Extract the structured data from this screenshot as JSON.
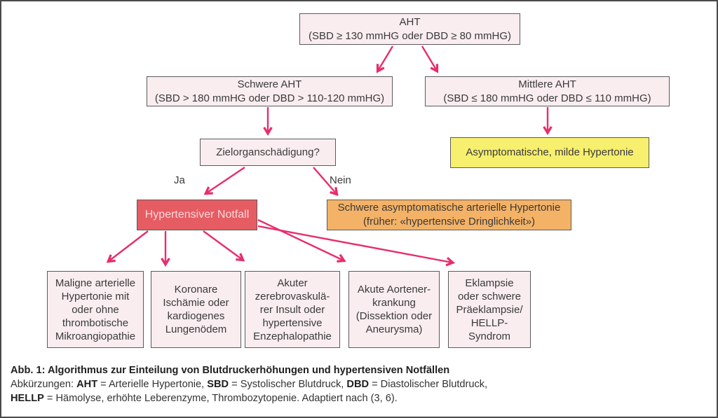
{
  "colors": {
    "arrow_pink": "#e72e6a",
    "node_bg": "#f9edf0",
    "node_border": "#5a5a5c",
    "yellow_bg": "#f7ef6e",
    "orange_bg": "#f4b266",
    "red_bg": "#e65c63",
    "red_text": "#fcd7da",
    "text": "#3a3a3a",
    "figure_border": "#4a4a4a"
  },
  "nodes": {
    "aht": {
      "title": "AHT",
      "criteria": "(SBD ≥ 130 mmHG oder DBD ≥ 80 mmHG)"
    },
    "schwere": {
      "title": "Schwere AHT",
      "criteria": "(SBD > 180 mmHG oder DBD > 110-120 mmHG)"
    },
    "mittlere": {
      "title": "Mittlere AHT",
      "criteria": "(SBD ≤ 180 mmHG oder DBD ≤ 110 mmHG)"
    },
    "zielorgan": {
      "title": "Zielorganschädigung?"
    },
    "milde": {
      "title": "Asymptomatische, milde Hypertonie"
    },
    "notfall": {
      "title": "Hypertensiver Notfall"
    },
    "dringlichkeit": {
      "line1": "Schwere asymptomatische arterielle Hypertonie",
      "line2": "(früher: «hypertensive Dringlichkeit»)"
    },
    "outcomes": [
      {
        "text": "Maligne arterielle\nHypertonie mit\noder ohne\nthrombotische\nMikroangiopathie"
      },
      {
        "text": "Koronare\nIschämie oder\nkardiogenes\nLungenödem"
      },
      {
        "text": "Akuter\nzerebrovaskulä-\nrer Insult oder\nhypertensive\nEnzephalopathie"
      },
      {
        "text": "Akute Aortener-\nkrankung\n(Dissektion oder\nAneurysma)"
      },
      {
        "text": "Eklampsie\noder schwere\nPräeklampsie/\nHELLP-\nSyndrom"
      }
    ]
  },
  "edge_labels": {
    "ja": "Ja",
    "nein": "Nein"
  },
  "caption": {
    "line1": "Abb. 1: Algorithmus zur Einteilung von Blutdruckerhöhungen und hypertensiven Notfällen",
    "line2_prefix": "Abkürzungen: ",
    "line2_abbr1": "AHT",
    "line2_def1": " = Arterielle Hypertonie, ",
    "line2_abbr2": "SBD",
    "line2_def2": " = Systolischer Blutdruck, ",
    "line2_abbr3": "DBD",
    "line2_def3": " = Diastolischer Blutdruck,",
    "line3_abbr": "HELLP",
    "line3_def": " = Hämolyse, erhöhte Leberenzyme, Thrombozytopenie. Adaptiert nach (3, 6)."
  }
}
